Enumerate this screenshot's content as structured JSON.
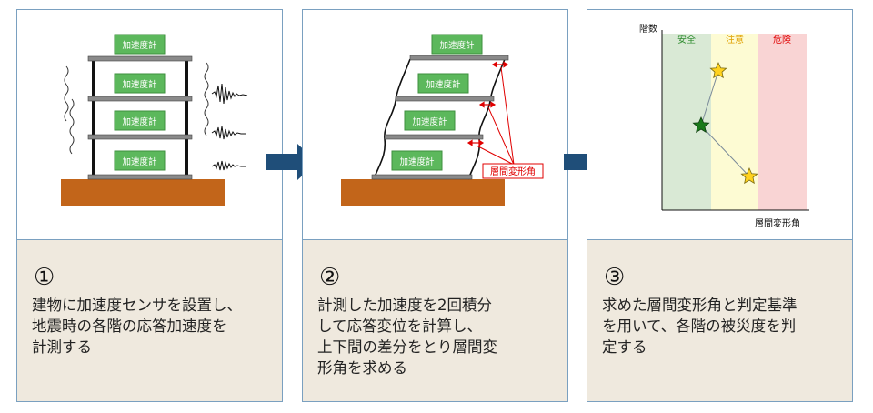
{
  "panel1": {
    "accelerometer_label": "加速度計",
    "number": "①",
    "description": "建物に加速度センサを設置し、\n地震時の各階の応答加速度を\n計測する"
  },
  "panel2": {
    "accelerometer_label": "加速度計",
    "drift_label": "層間変形角",
    "number": "②",
    "description": "計測した加速度を2回積分\nして応答変位を計算し、\n上下間の差分をとり層間変\n形角を求める"
  },
  "panel3": {
    "y_label": "階数",
    "x_label": "層間変形角",
    "zones": [
      "安全",
      "注意",
      "危険"
    ],
    "number": "③",
    "description": "求めた層間変形角と判定基準\nを用いて、各階の被災度を判\n定する"
  },
  "colors": {
    "accelerometer_fill": "#5cb85c",
    "ground": "#c2651a",
    "arrow": "#1f4e79",
    "zone_safe": "#d9e9d5",
    "zone_caution": "#fdfbd3",
    "zone_danger": "#f9d4d4"
  }
}
